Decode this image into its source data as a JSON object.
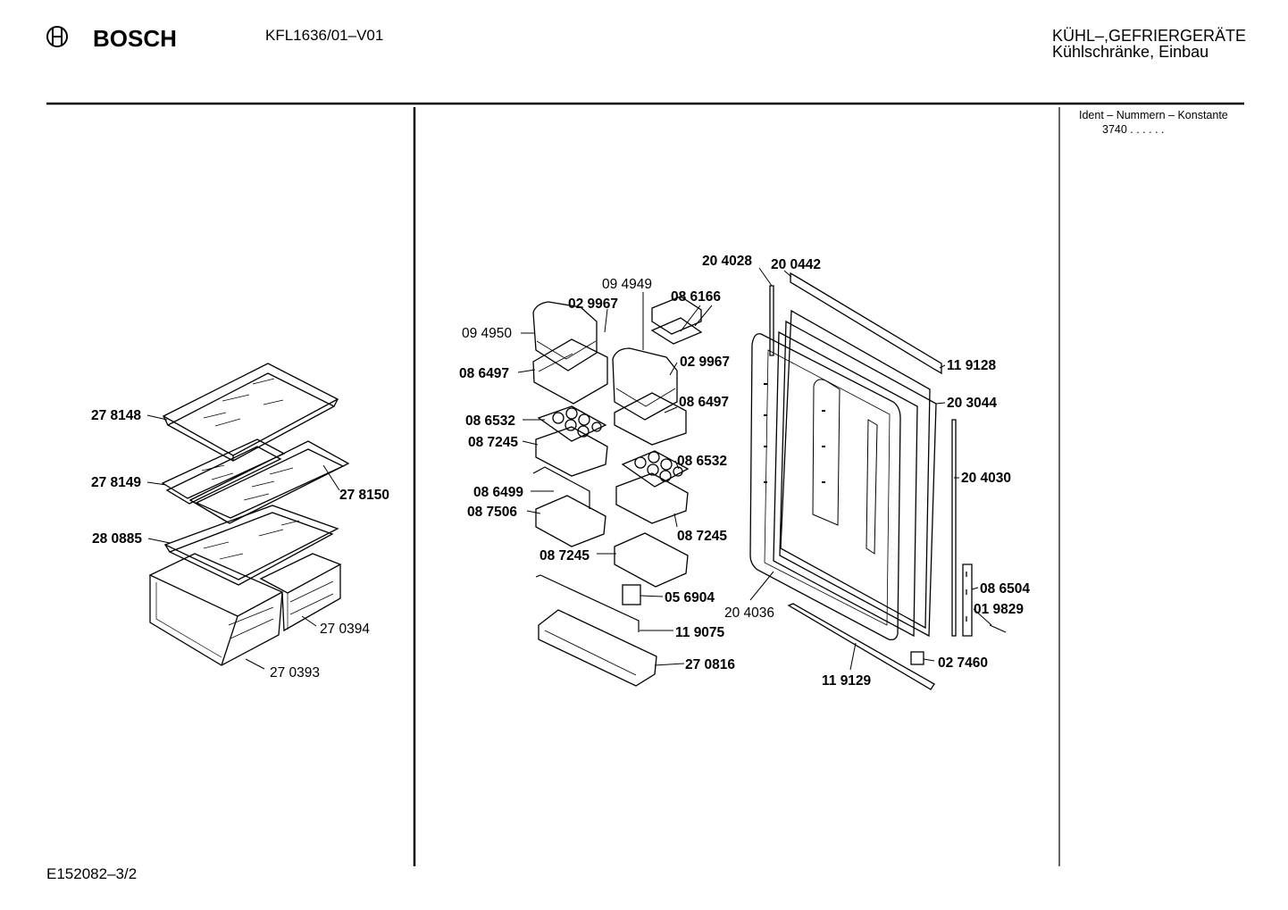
{
  "header": {
    "brand": "BOSCH",
    "model": "KFL1636/01–V01",
    "category_line1": "KÜHL–,GEFRIERGERÄTE",
    "category_line2": "Kühlschränke, Einbau",
    "ident_title": "Ident – Nummern – Konstante",
    "ident_value": "3740  .  .   .  .  .  ."
  },
  "footer": {
    "doc_code": "E152082–3/2"
  },
  "parts_left": {
    "p278148": "27 8148",
    "p278149": "27 8149",
    "p278150": "27 8150",
    "p280885": "28 0885",
    "p270394": "27 0394",
    "p270393": "27 0393"
  },
  "parts_door": {
    "p204028": "20 4028",
    "p200442": "20 0442",
    "p094949": "09 4949",
    "p086166": "08 6166",
    "p029967a": "02 9967",
    "p094950": "09 4950",
    "p086497a": "08 6497",
    "p029967b": "02 9967",
    "p119128": "11 9128",
    "p086497b": "08 6497",
    "p203044": "20 3044",
    "p086532a": "08 6532",
    "p087245a": "08 7245",
    "p086532b": "08 6532",
    "p204030": "20 4030",
    "p086499": "08 6499",
    "p087506": "08 7506",
    "p087245b": "08 7245",
    "p087245c": "08 7245",
    "p086504": "08 6504",
    "p056904": "05 6904",
    "p204036": "20 4036",
    "p019829": "01 9829",
    "p119075": "11 9075",
    "p270816": "27 0816",
    "p027460": "02 7460",
    "p119129": "11 9129"
  }
}
